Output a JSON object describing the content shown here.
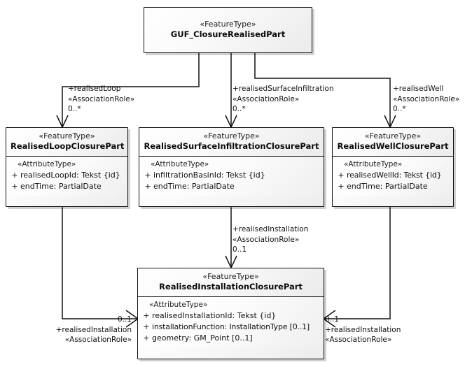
{
  "diagram": {
    "kind": "uml-class-diagram",
    "background": "#ffffff",
    "line_color": "#111111"
  },
  "classes": {
    "root": {
      "stereotype": "«FeatureType»",
      "name": "GUF_ClosureRealisedPart",
      "attributes_stereotype": "",
      "attributes": []
    },
    "loop": {
      "stereotype": "«FeatureType»",
      "name": "RealisedLoopClosurePart",
      "attributes_stereotype": "«AttributeType»",
      "attributes": [
        {
          "visibility": "+",
          "text": "realisedLoopId: Tekst {id}"
        },
        {
          "visibility": "+",
          "text": "endTime: PartialDate"
        }
      ]
    },
    "surface": {
      "stereotype": "«FeatureType»",
      "name": "RealisedSurfaceInfiltrationClosurePart",
      "attributes_stereotype": "«AttributeType»",
      "attributes": [
        {
          "visibility": "+",
          "text": "infiltrationBasinId: Tekst {id}"
        },
        {
          "visibility": "+",
          "text": "endTime: PartialDate"
        }
      ]
    },
    "well": {
      "stereotype": "«FeatureType»",
      "name": "RealisedWellClosurePart",
      "attributes_stereotype": "«AttributeType»",
      "attributes": [
        {
          "visibility": "+",
          "text": "realisedWellId: Tekst {id}"
        },
        {
          "visibility": "+",
          "text": "endTime: PartialDate"
        }
      ]
    },
    "installation": {
      "stereotype": "«FeatureType»",
      "name": "RealisedInstallationClosurePart",
      "attributes_stereotype": "«AttributeType»",
      "attributes": [
        {
          "visibility": "+",
          "text": "realisedInstallationId: Tekst {id}"
        },
        {
          "visibility": "+",
          "text": "installationFunction: InstallationType [0..1]"
        },
        {
          "visibility": "+",
          "text": "geometry: GM_Point [0..1]"
        }
      ]
    }
  },
  "associations": {
    "root_to_loop": {
      "role": "+realisedLoop",
      "stereotype": "«AssociationRole»",
      "multiplicity": "0..*"
    },
    "root_to_surface": {
      "role": "+realisedSurfaceInfiltration",
      "stereotype": "«AssociationRole»",
      "multiplicity": "0..*"
    },
    "root_to_well": {
      "role": "+realisedWell",
      "stereotype": "«AssociationRole»",
      "multiplicity": "0..*"
    },
    "surface_to_installation": {
      "role": "+realisedInstallation",
      "stereotype": "«AssociationRole»",
      "multiplicity": "0..1"
    },
    "loop_to_installation": {
      "role": "+realisedInstallation",
      "stereotype": "«AssociationRole»",
      "multiplicity": "0..1"
    },
    "well_to_installation": {
      "role": "+realisedInstallation",
      "stereotype": "«AssociationRole»",
      "multiplicity": "0..1"
    }
  }
}
